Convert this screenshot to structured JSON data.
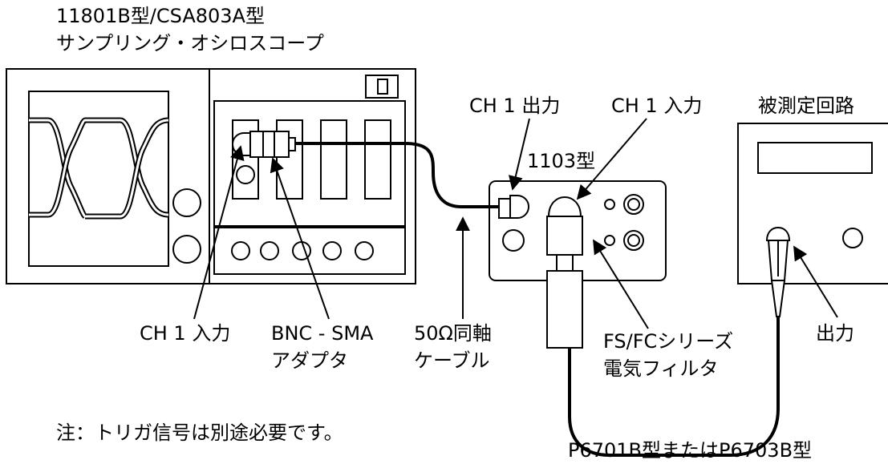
{
  "oscilloscope": {
    "model_line1": "11801B型/CSA803A型",
    "model_line2": "サンプリング・オシロスコープ",
    "ch1_input_label": "CH 1 入力",
    "adapter_line1": "BNC - SMA",
    "adapter_line2": "アダプタ"
  },
  "cable": {
    "line1": "50Ω同軸",
    "line2": "ケーブル"
  },
  "converter": {
    "model": "1103型",
    "ch1_output_label": "CH 1 出力",
    "ch1_input_label": "CH 1 入力"
  },
  "filter": {
    "line1": "FS/FCシリーズ",
    "line2": "電気フィルタ"
  },
  "dut": {
    "title": "被測定回路",
    "output_label": "出力"
  },
  "probe": {
    "model": "P6701B型またはP6703B型"
  },
  "note": "注：トリガ信号は別途必要です。"
}
